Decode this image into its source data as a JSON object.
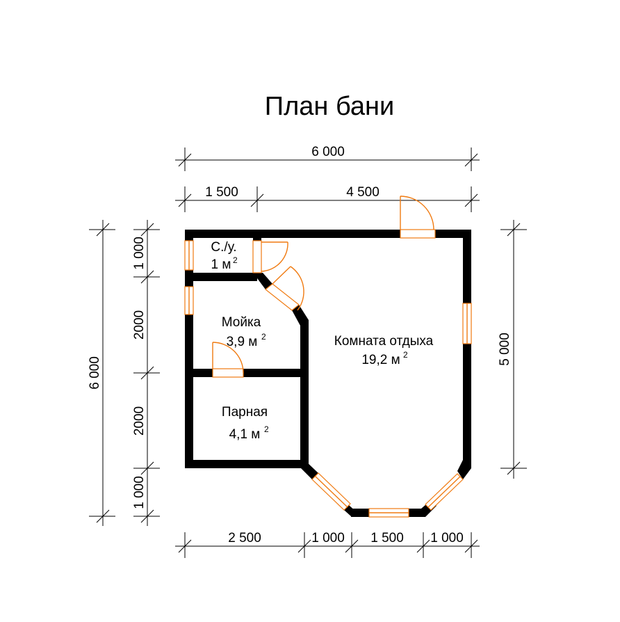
{
  "title": "План бани",
  "dimensions": {
    "top_total": "6 000",
    "top_left": "1 500",
    "top_right": "4 500",
    "left_total": "6 000",
    "left_1": "1 000",
    "left_2": "2000",
    "left_3": "2000",
    "left_4": "1 000",
    "right": "5 000",
    "bottom_1": "2 500",
    "bottom_2": "1 000",
    "bottom_3": "1 500",
    "bottom_4": "1 000"
  },
  "rooms": {
    "wc": {
      "name": "С./у.",
      "area": "1 м",
      "exp": "2"
    },
    "washroom": {
      "name": "Мойка",
      "area": "3,9 м",
      "exp": "2"
    },
    "lounge": {
      "name": "Комната отдыха",
      "area": "19,2 м",
      "exp": "2"
    },
    "steam": {
      "name": "Парная",
      "area": "4,1 м",
      "exp": "2"
    }
  },
  "colors": {
    "wall": "#000000",
    "openings": "#f07a10",
    "background": "#ffffff"
  }
}
